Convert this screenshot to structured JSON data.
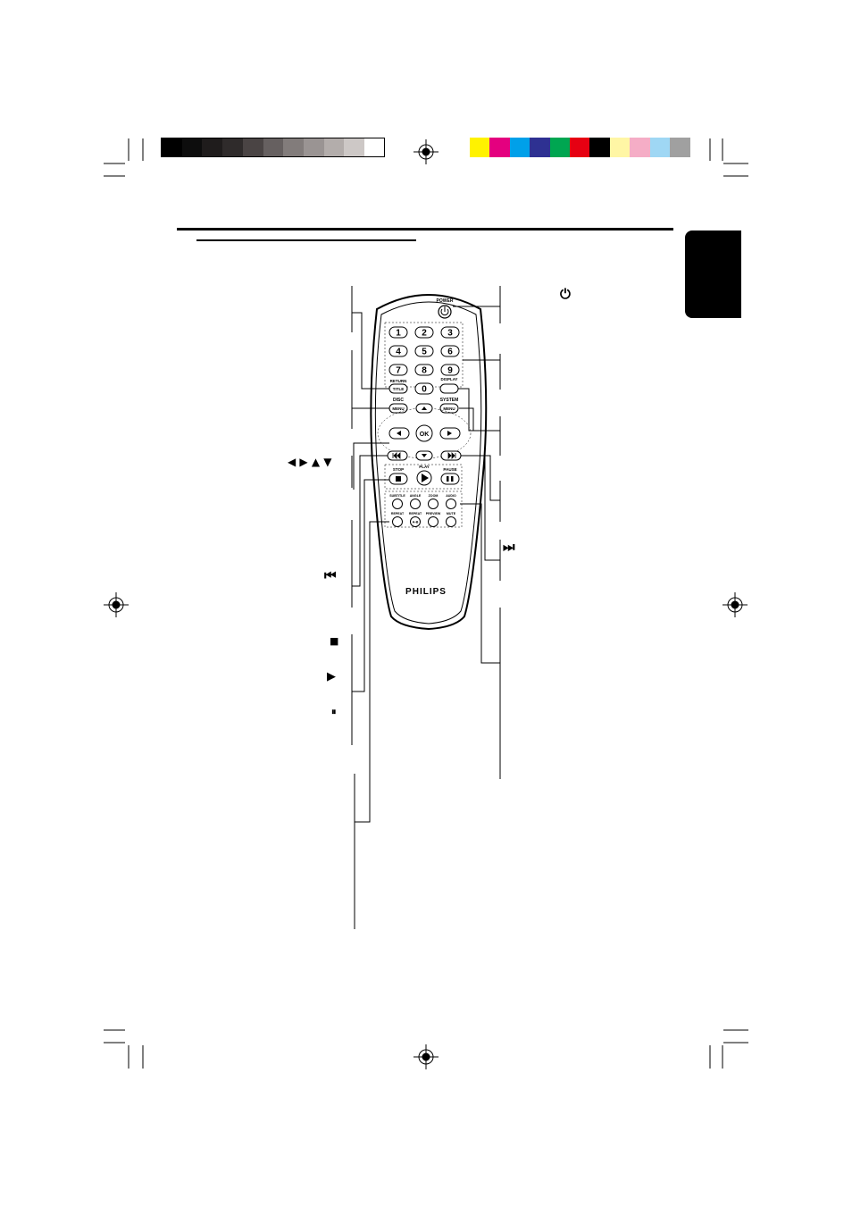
{
  "calibration_bar": {
    "grays": [
      "#000000",
      "#0d0d0d",
      "#1f1c1c",
      "#2f2b2b",
      "#4a4444",
      "#666060",
      "#827c7b",
      "#9a9493",
      "#b3adab",
      "#cdc8c6",
      "#ffffff"
    ],
    "colors": [
      "#fff200",
      "#e4007f",
      "#00a0e9",
      "#2e3192",
      "#00a651",
      "#e60012",
      "#000000",
      "#fff6a5",
      "#f5adc6",
      "#9fd7f4",
      "#a0a0a0"
    ]
  },
  "remote": {
    "power_label": "POWER",
    "digits": [
      "1",
      "2",
      "3",
      "4",
      "5",
      "6",
      "7",
      "8",
      "9",
      "0"
    ],
    "return_label": "RETURN",
    "title_label": "TITLE",
    "display_label": "DISPLAY",
    "disc_label": "DISC",
    "disc_menu_label": "MENU",
    "system_label": "SYSTEM",
    "system_menu_label": "MENU",
    "ok_label": "OK",
    "stop_label": "STOP",
    "play_label": "PLAY",
    "pause_label": "PAUSE",
    "subtitle_label": "SUBTITLE",
    "angle_label": "ANGLE",
    "zoom_label": "ZOOM",
    "audio_label": "AUDIO",
    "repeat_label": "REPEAT",
    "repeat_ab_label": "REPEAT",
    "ab_label": "A-B",
    "preview_label": "PREVIEW",
    "mute_label": "MUTE",
    "brand": "PHILIPS"
  },
  "labels": {
    "power_glyph": "⏻",
    "arrows_glyph": "◀ ▶ ▲ ▼",
    "prev_glyph": "⏮",
    "next_glyph": "⏭",
    "stop_glyph": "■",
    "play_glyph": "▶",
    "pause_glyph": "⏸"
  }
}
